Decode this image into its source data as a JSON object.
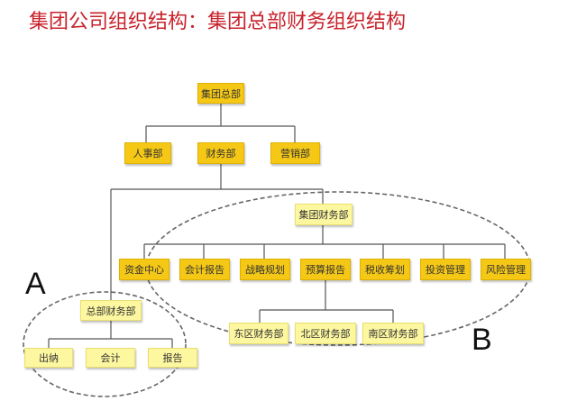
{
  "title": "集团公司组织结构：集团总部财务组织结构",
  "colors": {
    "title": "#c8232c",
    "box_dark": "#f5c816",
    "box_light": "#fdf7a0",
    "line": "#555555",
    "dashed": "#666666"
  },
  "nodes": {
    "hq": "集团总部",
    "hr": "人事部",
    "finance": "财务部",
    "marketing": "营销部",
    "group_finance": "集团财务部",
    "fund_center": "资金中心",
    "accounting_report": "会计报告",
    "strategy_planning": "战略规划",
    "budget_report": "预算报告",
    "tax_planning": "税收筹划",
    "investment_mgmt": "投资管理",
    "risk_mgmt": "风险管理",
    "hq_finance": "总部财务部",
    "cashier": "出纳",
    "accounting": "会计",
    "report": "报告",
    "east_finance": "东区财务部",
    "north_finance": "北区财务部",
    "south_finance": "南区财务部"
  },
  "labels": {
    "a": "A",
    "b": "B"
  }
}
